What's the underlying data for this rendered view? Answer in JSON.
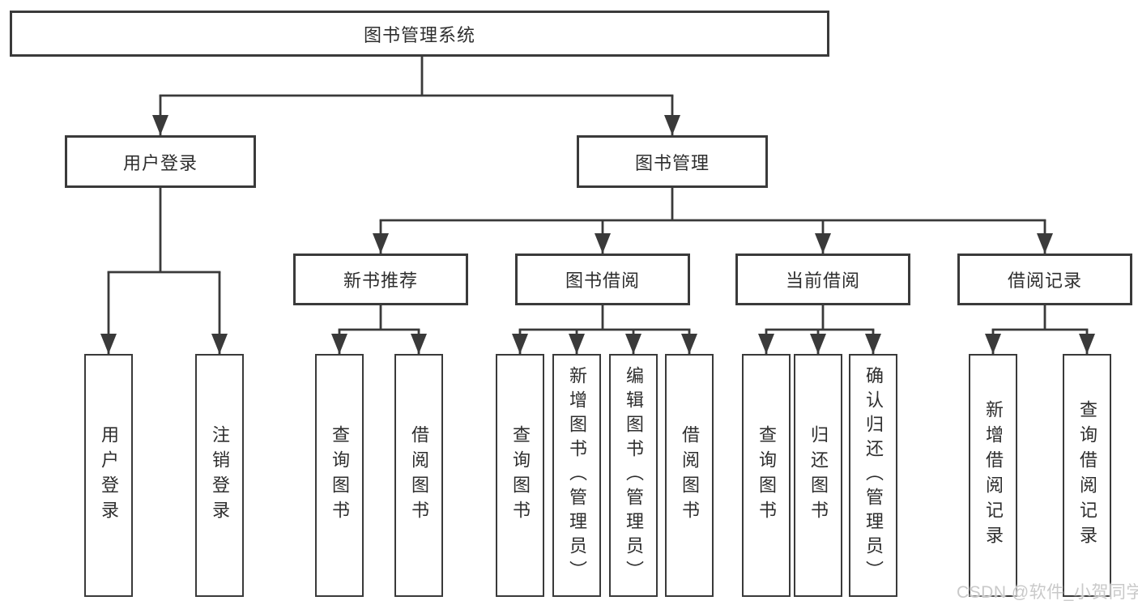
{
  "colors": {
    "background": "#ffffff",
    "line": "#3a3a3a",
    "box_border": "#3a3a3a",
    "text": "#2e2e2e",
    "watermark": "#c9c9c9"
  },
  "watermark": {
    "text": "CSDN @软件_小贺同学"
  },
  "tree": {
    "label": "图书管理系统",
    "children": [
      {
        "label": "用户登录",
        "children": [
          {
            "label": "用户登录"
          },
          {
            "label": "注销登录"
          }
        ]
      },
      {
        "label": "图书管理",
        "children": [
          {
            "label": "新书推荐",
            "children": [
              {
                "label": "查询图书"
              },
              {
                "label": "借阅图书"
              }
            ]
          },
          {
            "label": "图书借阅",
            "children": [
              {
                "label": "查询图书"
              },
              {
                "label": "新增图书（管理员）"
              },
              {
                "label": "编辑图书（管理员）"
              },
              {
                "label": "借阅图书"
              }
            ]
          },
          {
            "label": "当前借阅",
            "children": [
              {
                "label": "查询图书"
              },
              {
                "label": "归还图书"
              },
              {
                "label": "确认归还（管理员）"
              }
            ]
          },
          {
            "label": "借阅记录",
            "children": [
              {
                "label": "新增借阅记录"
              },
              {
                "label": "查询借阅记录"
              }
            ]
          }
        ]
      }
    ]
  }
}
